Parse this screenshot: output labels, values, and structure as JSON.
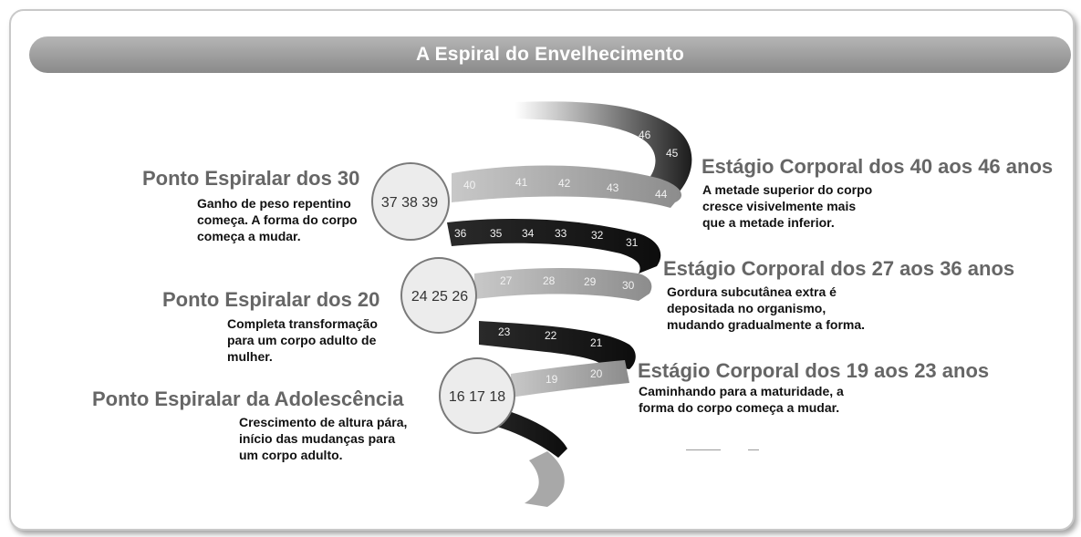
{
  "title": "A Espiral do Envelhecimento",
  "ages_light_top": [
    "40",
    "41",
    "42",
    "43",
    "44"
  ],
  "ages_dark_top": [
    "46",
    "45"
  ],
  "ages_dark_mid": [
    "36",
    "35",
    "34",
    "33",
    "32",
    "31"
  ],
  "ages_light_mid": [
    "27",
    "28",
    "29",
    "30"
  ],
  "ages_dark_low": [
    "23",
    "22",
    "21"
  ],
  "ages_light_low": [
    "19",
    "20"
  ],
  "circles": [
    {
      "label": "37 38 39"
    },
    {
      "label": "24 25 26"
    },
    {
      "label": "16 17 18"
    }
  ],
  "left_labels": [
    {
      "heading": "Ponto Espiralar dos 30",
      "body": "Ganho de peso repentino\ncomeça. A forma do corpo\ncomeça a mudar."
    },
    {
      "heading": "Ponto Espiralar dos 20",
      "body": "Completa transformação\npara um corpo adulto de\nmulher."
    },
    {
      "heading": "Ponto Espiralar da Adolescência",
      "body": "Crescimento de altura pára,\ninício das mudanças para\num  corpo adulto."
    }
  ],
  "right_labels": [
    {
      "heading": "Estágio Corporal dos 40 aos 46 anos",
      "body": "A metade superior do corpo\ncresce visivelmente mais\nque a metade inferior."
    },
    {
      "heading": "Estágio Corporal dos 27 aos 36 anos",
      "body": "Gordura subcutânea extra é\ndepositada no organismo,\nmudando gradualmente a forma."
    },
    {
      "heading": "Estágio Corporal dos 19 aos 23 anos",
      "body": "Caminhando para a maturidade, a\nforma do corpo começa a mudar."
    }
  ],
  "colors": {
    "dark_band": "#1c1c1c",
    "light_band": "#9b9b9b",
    "title_bar": "#9e9e9e",
    "heading_text": "#666666"
  }
}
